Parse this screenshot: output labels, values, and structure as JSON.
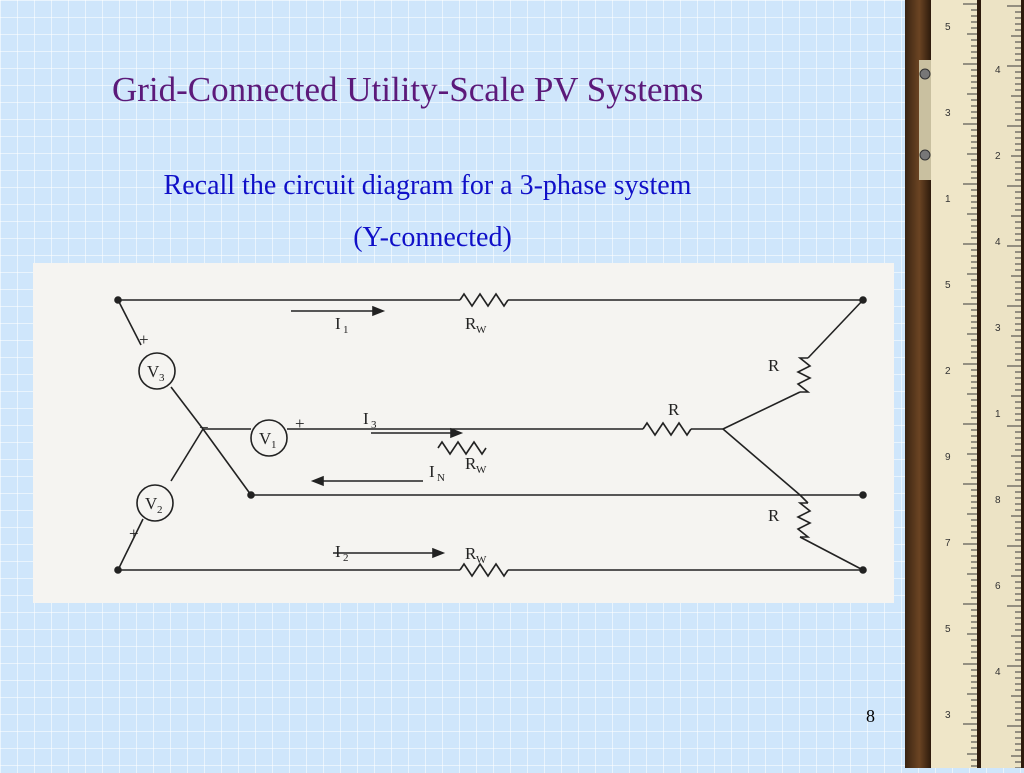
{
  "slide": {
    "title": "Grid-Connected Utility-Scale PV Systems",
    "subtitle_line1": "Recall the circuit diagram for a 3-phase system",
    "subtitle_line2": "(Y-connected)",
    "page_number": "8"
  },
  "diagram": {
    "labels": {
      "i1": "I",
      "i1_sub": "1",
      "i2": "I",
      "i2_sub": "2",
      "i3": "I",
      "i3_sub": "3",
      "in": "I",
      "in_sub": "N",
      "rw": "R",
      "rw_sub": "W",
      "r": "R",
      "v1": "V",
      "v1_sub": "1",
      "v2": "V",
      "v2_sub": "2",
      "v3": "V",
      "v3_sub": "3",
      "plus": "+",
      "minus": "−"
    }
  },
  "ruler": {
    "numbers": [
      "5",
      "4",
      "3",
      "2",
      "1",
      "4",
      "5",
      "3",
      "2",
      "1",
      "9",
      "8",
      "7",
      "6",
      "5",
      "4",
      "3"
    ]
  },
  "colors": {
    "title": "#5c1a7a",
    "subtitle": "#1010c8",
    "background": "#cfe6fb",
    "figure_bg": "#f5f4f1"
  }
}
